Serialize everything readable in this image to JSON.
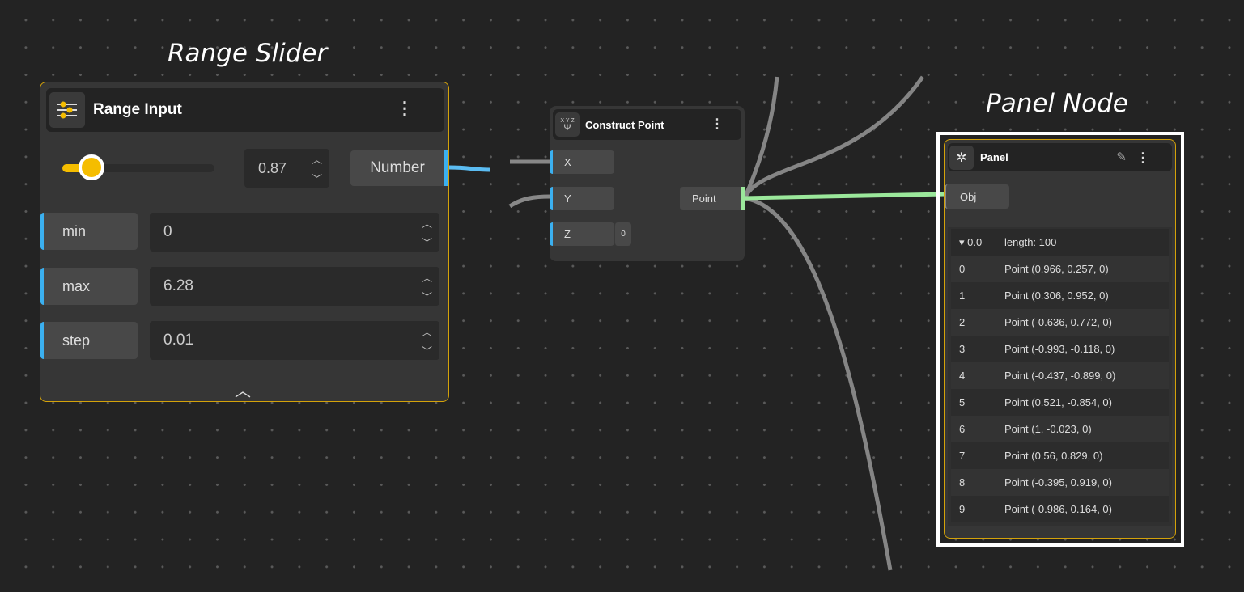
{
  "captions": {
    "range": "Range Slider",
    "panel": "Panel Node"
  },
  "range_node": {
    "title": "Range Input",
    "value": "0.87",
    "slider_fraction": 0.139,
    "output": "Number",
    "params": [
      {
        "label": "min",
        "value": "0"
      },
      {
        "label": "max",
        "value": "6.28"
      },
      {
        "label": "step",
        "value": "0.01"
      }
    ]
  },
  "construct_node": {
    "title": "Construct Point",
    "icon_text": "X Y Z",
    "inputs": [
      "X",
      "Y",
      "Z"
    ],
    "z_default": "0",
    "output": "Point"
  },
  "panel_node": {
    "title": "Panel",
    "input": "Obj",
    "header_index": "0.0",
    "header_value": "length: 100",
    "rows": [
      {
        "i": "0",
        "v": "Point (0.966, 0.257, 0)"
      },
      {
        "i": "1",
        "v": "Point (0.306, 0.952, 0)"
      },
      {
        "i": "2",
        "v": "Point (-0.636, 0.772, 0)"
      },
      {
        "i": "3",
        "v": "Point (-0.993, -0.118, 0)"
      },
      {
        "i": "4",
        "v": "Point (-0.437, -0.899, 0)"
      },
      {
        "i": "5",
        "v": "Point (0.521, -0.854, 0)"
      },
      {
        "i": "6",
        "v": "Point (1, -0.023, 0)"
      },
      {
        "i": "7",
        "v": "Point (0.56, 0.829, 0)"
      },
      {
        "i": "8",
        "v": "Point (-0.395, 0.919, 0)"
      },
      {
        "i": "9",
        "v": "Point (-0.986, 0.164, 0)"
      }
    ]
  },
  "colors": {
    "accent": "#f5bd00",
    "selection": "#d4a20a",
    "number_port": "#3bb0f0",
    "point_wire": "#9be89b"
  }
}
